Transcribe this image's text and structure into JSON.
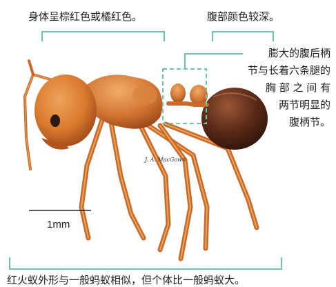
{
  "labels": {
    "top_left": "身体呈棕红色或橘红色。",
    "top_right": "腹部颜色较深。",
    "right_lines": [
      "膨大的腹后柄",
      "节与长着六条腿的",
      "胸 部 之 间 有",
      "两节明显的",
      "腹柄节。"
    ],
    "scale_bar": "1mm",
    "signature": "J. A. MacGown",
    "bottom": "红火蚁外形与一般蚂蚁相似，但个体比一般蚂蚁大。"
  },
  "colors": {
    "bracket": "#6cc6a3",
    "body": "#d9792e",
    "body_dark": "#b0541c",
    "gaster": "#5a2a18"
  }
}
